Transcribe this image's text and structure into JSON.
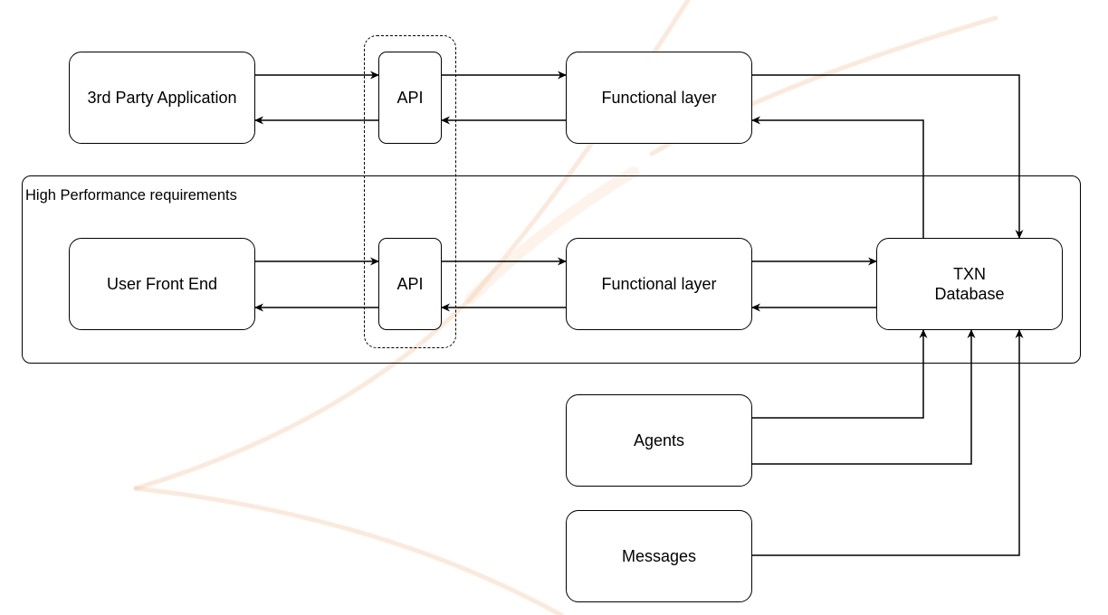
{
  "nodes": {
    "third_party_app": "3rd Party Application",
    "api_top": "API",
    "functional_top": "Functional layer",
    "user_front_end": "User Front End",
    "api_bottom": "API",
    "functional_bottom": "Functional layer",
    "txn_db_line1": "TXN",
    "txn_db_line2": "Database",
    "agents": "Agents",
    "messages": "Messages"
  },
  "group": {
    "label": "High Performance requirements"
  },
  "colors": {
    "line": "#000000",
    "background_decoration": "#f3c49a"
  }
}
